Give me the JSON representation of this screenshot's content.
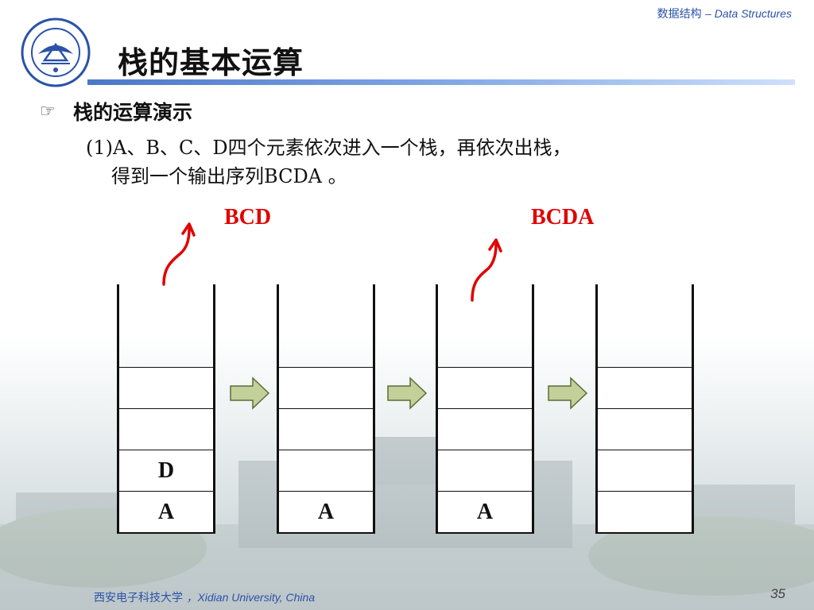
{
  "header": {
    "course_cn": "数据结构",
    "course_en": "– Data Structures"
  },
  "title": "栈的基本运算",
  "subheading": "栈的运算演示",
  "bullet_icon": "pointing-hand-icon",
  "paragraph": {
    "line1": "(1)A、B、C、D四个元素依次进入一个栈，再依次出栈，",
    "line2": "得到一个输出序列BCDA 。"
  },
  "outputs": {
    "first": "BCD",
    "second": "BCDA"
  },
  "stacks": [
    {
      "cells": [
        "",
        "",
        "",
        "D",
        "A"
      ]
    },
    {
      "cells": [
        "",
        "",
        "",
        "",
        "A"
      ]
    },
    {
      "cells": [
        "",
        "",
        "",
        "",
        "A"
      ]
    },
    {
      "cells": [
        "",
        "",
        "",
        "",
        ""
      ]
    }
  ],
  "footer": {
    "university_cn": "西安电子科技大学",
    "university_en": "，Xidian University, China"
  },
  "page_number": "35",
  "colors": {
    "accent_blue": "#2a52a8",
    "output_red": "#e00000",
    "arrow_fill": "#c3d09a"
  }
}
